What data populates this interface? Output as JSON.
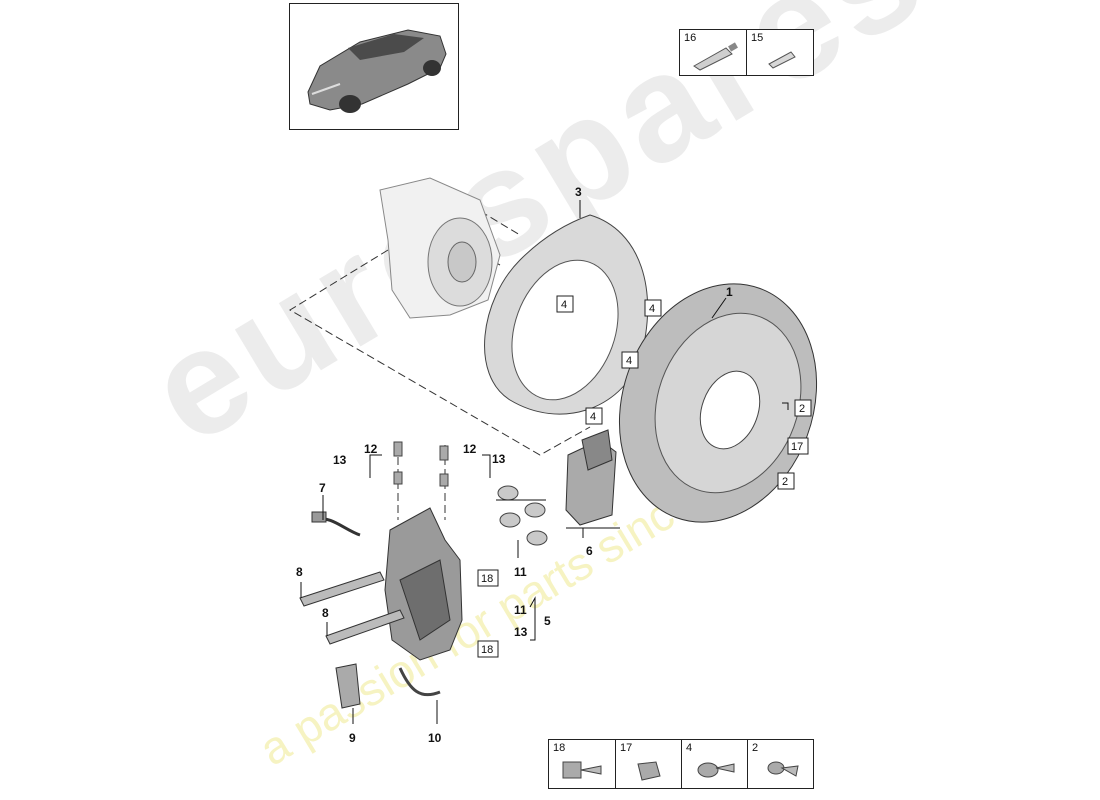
{
  "watermark": {
    "brand": "eurospares",
    "tagline": "a passion for parts since 1985"
  },
  "vehicle_box": {
    "icon": "car-thumbnail-icon"
  },
  "consumables_legend": [
    {
      "num": "16"
    },
    {
      "num": "15"
    }
  ],
  "fasteners_legend": [
    {
      "num": "18"
    },
    {
      "num": "17"
    },
    {
      "num": "4"
    },
    {
      "num": "2"
    }
  ],
  "callouts": {
    "c1": "1",
    "c2a": "2",
    "c2b": "2",
    "c3": "3",
    "c4a": "4",
    "c4b": "4",
    "c4c": "4",
    "c4d": "4",
    "c5": "5",
    "c6": "6",
    "c7": "7",
    "c8a": "8",
    "c8b": "8",
    "c9": "9",
    "c10": "10",
    "c11a": "11",
    "c11b": "11",
    "c12a": "12",
    "c12b": "12",
    "c13a": "13",
    "c13b": "13",
    "c13c": "13",
    "c17": "17",
    "c18a": "18",
    "c18b": "18"
  },
  "parts": {
    "brake_disc": "brake-disc-icon",
    "dust_shield": "dust-shield-icon",
    "wheel_carrier": "wheel-carrier-icon",
    "caliper": "brake-caliper-icon",
    "brake_pads": "brake-pads-icon",
    "wear_sensor": "wear-sensor-icon",
    "brake_line": "brake-line-icon",
    "guide_pins": "guide-pin-icon",
    "spring_clip": "spring-clip-icon",
    "bleed_valve": "bleed-valve-icon",
    "seals": "seal-ring-icon"
  }
}
